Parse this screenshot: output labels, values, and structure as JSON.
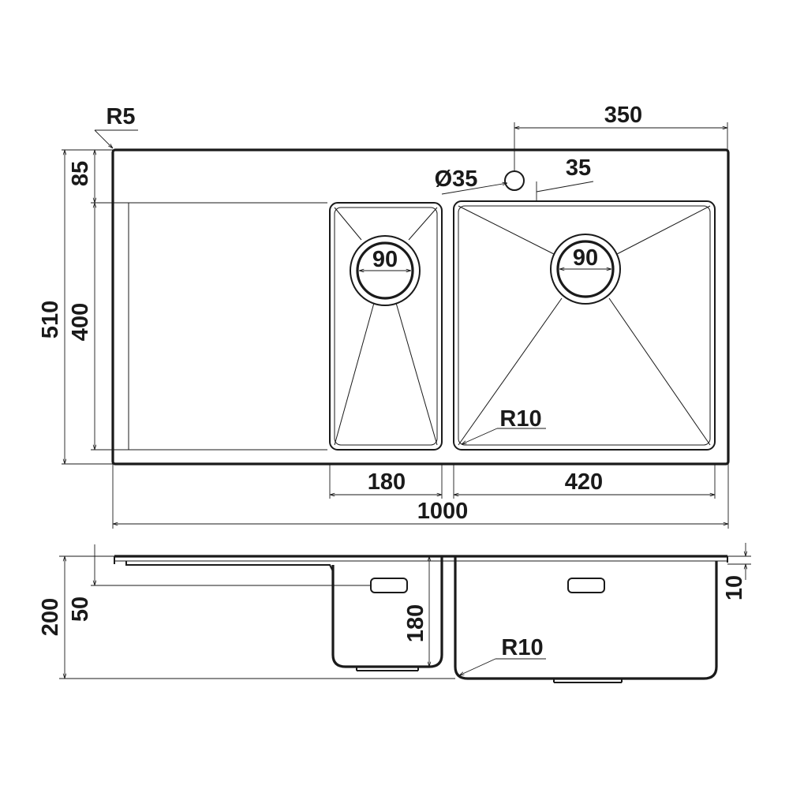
{
  "drawing": {
    "top_view": {
      "corner_radius": "R5",
      "width_overall": "1000",
      "depth_overall": "510",
      "depth_bowls": "400",
      "front_margin": "85",
      "tap_hole_diameter": "Ø35",
      "tap_hole_offset": "35",
      "tap_hole_position": "350",
      "small_bowl_width": "180",
      "large_bowl_width": "420",
      "small_drain": "90",
      "large_drain": "90",
      "bowl_corner_radius": "R10"
    },
    "side_view": {
      "total_height": "200",
      "drainer_depth": "50",
      "small_bowl_depth": "180",
      "rim_thickness": "10",
      "bowl_corner_radius": "R10"
    }
  }
}
